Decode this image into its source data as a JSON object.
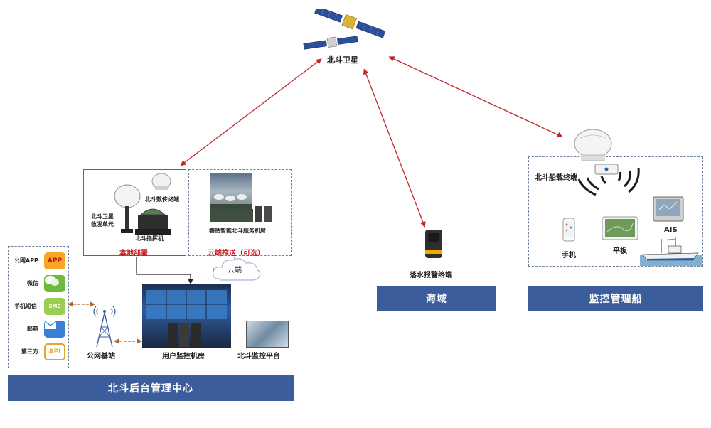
{
  "satellite": {
    "label": "北斗卫星"
  },
  "local": {
    "title": "本地部署",
    "dtu_label": "北斗数传终端",
    "transceiver_label": "北斗卫星\n收发单元",
    "commander_label": "北斗指挥机"
  },
  "cloud_push": {
    "title": "云端推送（可选）",
    "server_label": "磐钴智能北斗服务机房"
  },
  "cloud_label": "云端",
  "notify": {
    "items": [
      {
        "label": "公网APP",
        "icon_text": "APP"
      },
      {
        "label": "微信",
        "icon_text": ""
      },
      {
        "label": "手机短信",
        "icon_text": "SMS"
      },
      {
        "label": "邮箱",
        "icon_text": ""
      },
      {
        "label": "第三方",
        "icon_text": "API"
      }
    ]
  },
  "base_station_label": "公网基站",
  "control_room_label": "用户监控机房",
  "platform_label": "北斗监控平台",
  "backend_bar": "北斗后台管理中心",
  "sea": {
    "terminal_label": "落水报警终端",
    "bar": "海域"
  },
  "ship": {
    "terminal_label": "北斗船载终端",
    "phone_label": "手机",
    "tablet_label": "平板",
    "ais_label": "AIS",
    "bar": "监控管理船"
  },
  "colors": {
    "arrow_red": "#c0272d",
    "bar_blue": "#3b5d9b",
    "dash_orange": "#b5652a"
  }
}
